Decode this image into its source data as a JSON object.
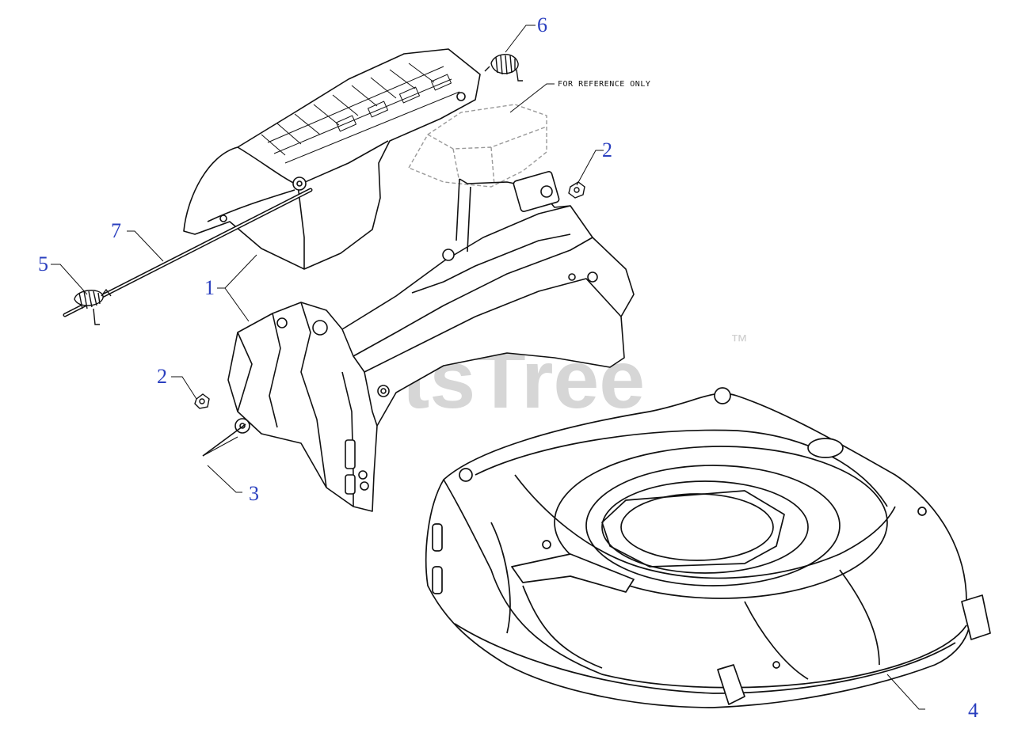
{
  "colors": {
    "callout": "#2a3fbf",
    "line": "#111111",
    "shade": "#e6e6e6",
    "watermark": "#cfcfcf",
    "reference": "#9a9a9a"
  },
  "reference_note": "FOR REFERENCE ONLY",
  "watermark": {
    "text": "PartsTree",
    "mark": "™"
  },
  "callouts": [
    {
      "id": "1",
      "label": "1",
      "part": "upper-housing"
    },
    {
      "id": "2a",
      "label": "2",
      "part": "nut-right"
    },
    {
      "id": "2b",
      "label": "2",
      "part": "nut-left"
    },
    {
      "id": "3",
      "label": "3",
      "part": "rod-end"
    },
    {
      "id": "4",
      "label": "4",
      "part": "deck"
    },
    {
      "id": "5",
      "label": "5",
      "part": "left-spring"
    },
    {
      "id": "6",
      "label": "6",
      "part": "top-spring"
    },
    {
      "id": "7",
      "label": "7",
      "part": "hinge-rod"
    }
  ]
}
